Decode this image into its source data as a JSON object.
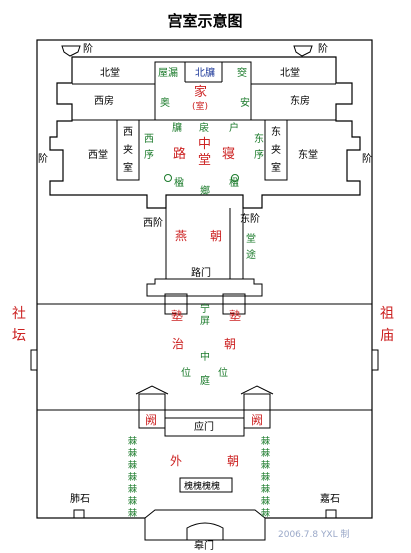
{
  "title": "宫室示意图",
  "labels": {
    "stairs": "阶",
    "north_hall": "北堂",
    "west_room": "西房",
    "east_room": "东房",
    "west_hall": "西堂",
    "east_hall": "东堂",
    "west_side_room_1": "西",
    "west_side_room_2": "夹",
    "west_side_room_3": "室",
    "east_side_room_1": "东",
    "east_side_room_2": "夹",
    "east_side_room_3": "室",
    "west_xu": "西\n序",
    "east_xu": "东\n序",
    "wulou": "屋漏",
    "north_yong": "北牖",
    "yao": "窔",
    "jia": "家",
    "shi": "(室)",
    "ao": "奥",
    "an": "安",
    "yong": "牖",
    "yi": "扆",
    "hu": "户",
    "lu": "路",
    "zhong_tang": "中\n堂",
    "qin": "寝",
    "ying1": "楹",
    "ying2": "楹",
    "xiang": "鄉",
    "west_stair": "西阶",
    "east_stair": "东阶",
    "yan": "燕",
    "chao": "朝",
    "tang_tu": "堂\n途",
    "lu_men": "路门",
    "she_tan": "社\n坛",
    "zu_miao": "祖\n庙",
    "shu_left": "塾",
    "shu_right": "塾",
    "ning_ping": "宁\n屏",
    "zhi": "治",
    "zhi_chao": "朝",
    "zhong_ting": "中\n庭",
    "wei_left": "位",
    "wei_right": "位",
    "que_left": "阙",
    "que_right": "阙",
    "ying_men": "应门",
    "wai": "外",
    "wai_chao": "朝",
    "huai_row": "槐槐槐槐",
    "ji_col": "棘\n棘\n棘\n棘\n棘\n棘\n棘",
    "fei_shi": "肺石",
    "jia_shi": "嘉石",
    "gao_men": "皋门",
    "watermark": "2006.7.8 YXL 制"
  },
  "colors": {
    "lines": "#000000",
    "red_text": "#cc2222",
    "blue_text": "#1f3a9a",
    "green_text": "#1a7a2a",
    "title_text": "#000000"
  }
}
